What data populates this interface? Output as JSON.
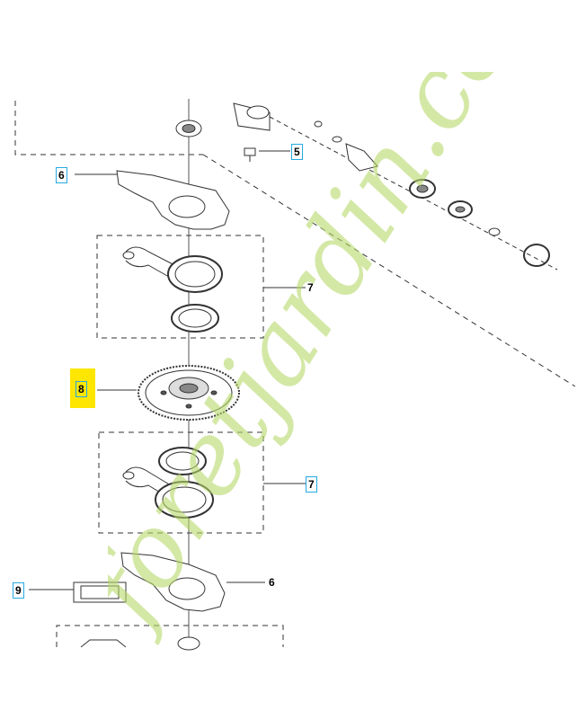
{
  "diagram": {
    "callouts": [
      {
        "id": "c5",
        "label": "5",
        "boxed": true,
        "highlight": false
      },
      {
        "id": "c6a",
        "label": "6",
        "boxed": true,
        "highlight": false
      },
      {
        "id": "c7a",
        "label": "7",
        "boxed": false,
        "highlight": false
      },
      {
        "id": "c8",
        "label": "8",
        "boxed": true,
        "highlight": true
      },
      {
        "id": "c7b",
        "label": "7",
        "boxed": true,
        "highlight": false
      },
      {
        "id": "c9",
        "label": "9",
        "boxed": true,
        "highlight": false
      },
      {
        "id": "c6b",
        "label": "6",
        "boxed": false,
        "highlight": false
      }
    ],
    "watermark_text": "foretjardin.com",
    "colors": {
      "callout_border": "#27a9e1",
      "highlight": "#ffe600",
      "watermark": "#b7d96a",
      "watermark_accent": "#f4b183",
      "line": "#333333"
    }
  }
}
